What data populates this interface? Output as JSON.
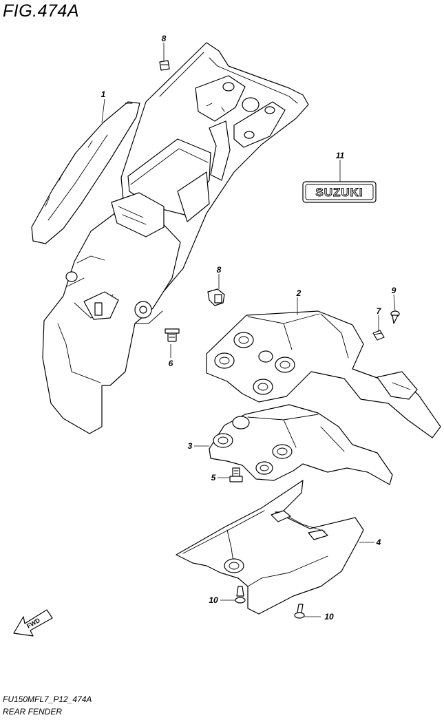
{
  "figure_title": "FIG.474A",
  "footer": {
    "model_code": "FU150MFL7_P12_474A",
    "section_name": "REAR FENDER"
  },
  "fwd_label": "FWD",
  "emblem_text": "SUZUKI",
  "callouts": [
    {
      "id": "c1",
      "label": "1"
    },
    {
      "id": "c8a",
      "label": "8"
    },
    {
      "id": "c11",
      "label": "11"
    },
    {
      "id": "c8b",
      "label": "8"
    },
    {
      "id": "c2",
      "label": "2"
    },
    {
      "id": "c9",
      "label": "9"
    },
    {
      "id": "c7",
      "label": "7"
    },
    {
      "id": "c6",
      "label": "6"
    },
    {
      "id": "c3",
      "label": "3"
    },
    {
      "id": "c5",
      "label": "5"
    },
    {
      "id": "c4",
      "label": "4"
    },
    {
      "id": "c10a",
      "label": "10"
    },
    {
      "id": "c10b",
      "label": "10"
    }
  ]
}
